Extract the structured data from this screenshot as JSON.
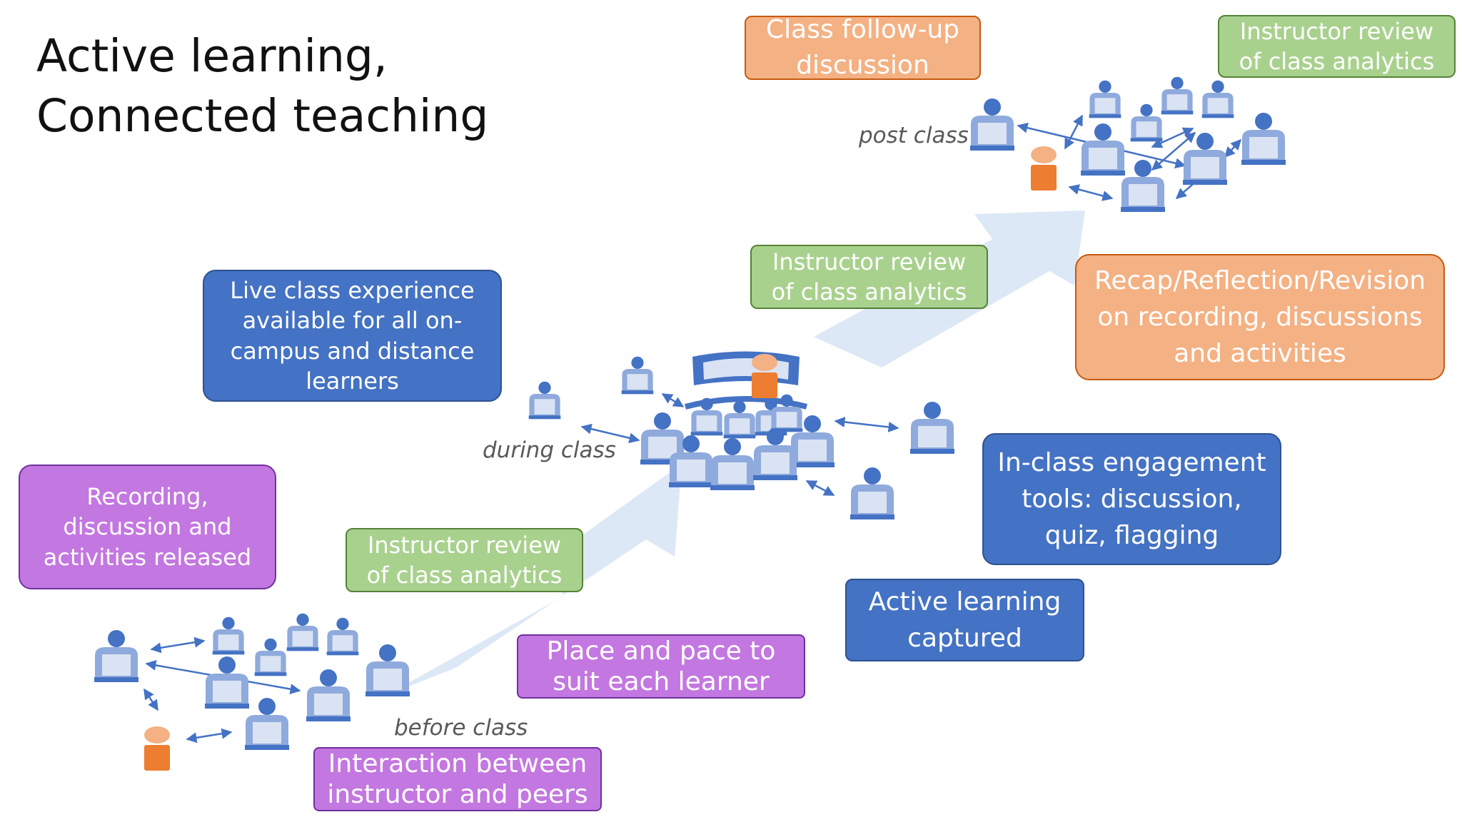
{
  "title": {
    "line1": "Active learning,",
    "line2": "Connected teaching"
  },
  "phases": {
    "before": "before class",
    "during": "during class",
    "post": "post class"
  },
  "boxes": {
    "recording_released": {
      "lines": [
        "Recording,",
        "discussion and",
        "activities released"
      ]
    },
    "analytics_before": {
      "lines": [
        "Instructor review",
        "of class analytics"
      ]
    },
    "place_pace": {
      "lines": [
        "Place and pace to",
        "suit each learner"
      ]
    },
    "interaction_peers": {
      "lines": [
        "Interaction between",
        "instructor and peers"
      ]
    },
    "live_class": {
      "lines": [
        "Live class experience",
        "available for all on-",
        "campus and distance",
        "learners"
      ]
    },
    "analytics_during": {
      "lines": [
        "Instructor review",
        "of class analytics"
      ]
    },
    "in_class_tools": {
      "lines": [
        "In-class engagement",
        "tools: discussion,",
        "quiz, flagging"
      ]
    },
    "active_captured": {
      "lines": [
        "Active learning",
        "captured"
      ]
    },
    "follow_up": {
      "lines": [
        "Class follow-up",
        "discussion"
      ]
    },
    "analytics_post": {
      "lines": [
        "Instructor review",
        "of class analytics"
      ]
    },
    "recap": {
      "lines": [
        "Recap/Reflection/Revision",
        "on recording, discussions",
        "and activities"
      ]
    }
  },
  "colors": {
    "blue_fill": "#4472c4",
    "purple_fill": "#c377e0",
    "green_fill": "#a9d18e",
    "orange_fill": "#f4b183",
    "student": "#8faadc",
    "student_dark": "#4472c4",
    "instructor": "#ed7d31",
    "arrow_band": "#dde8f6"
  }
}
